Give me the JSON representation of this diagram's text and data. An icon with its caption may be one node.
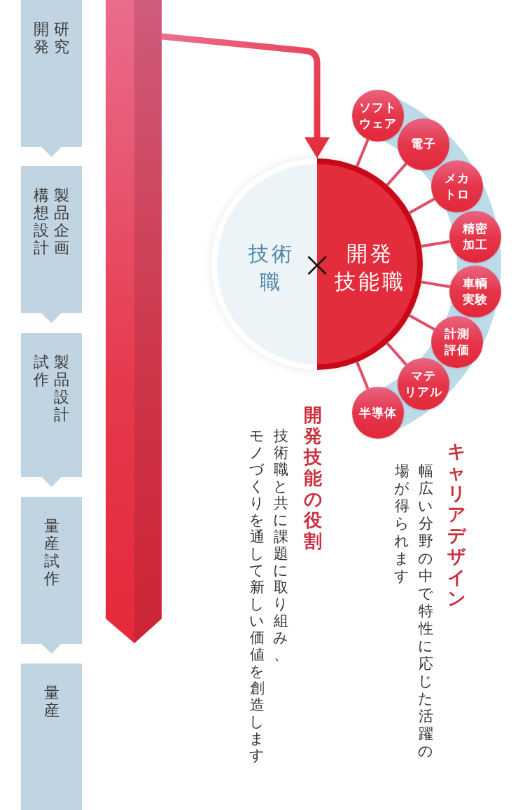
{
  "diagram": {
    "nodes": [
      {
        "text": [
          "研究開発"
        ]
      },
      {
        "text": [
          "製品企画構想設計"
        ]
      },
      {
        "text": [
          "製品設計試作"
        ]
      },
      {
        "text": [
          "量産試作"
        ]
      },
      {
        "text": [
          "量産"
        ]
      },
      {
        "text": [],
        "shape": "bar"
      },
      {
        "text": [],
        "shape": "circle"
      },
      {
        "text": [
          "技術職"
        ],
        "in": 6
      },
      {
        "text": [
          "開発技能職"
        ],
        "in": 6
      },
      {
        "text": [
          "ソフトウェア"
        ]
      },
      {
        "text": [
          "電子"
        ]
      },
      {
        "text": [
          "メカトロ"
        ]
      },
      {
        "text": [
          "精密加工"
        ]
      },
      {
        "text": [
          "車輌実験"
        ]
      },
      {
        "text": [
          "計測評価"
        ]
      },
      {
        "text": [
          "マテリアル"
        ]
      },
      {
        "text": [
          "半導体"
        ]
      }
    ],
    "edges": [
      {
        "from": 0,
        "to": 1,
        "arrow": "to"
      },
      {
        "from": 1,
        "to": 2,
        "arrow": "to"
      },
      {
        "from": 2,
        "to": 3,
        "arrow": "to"
      },
      {
        "from": 3,
        "to": 4,
        "arrow": "to"
      },
      {
        "from": 5,
        "to": 6,
        "arrow": "to"
      },
      {
        "from": 8,
        "to": 9,
        "arrow": "none"
      },
      {
        "from": 8,
        "to": 10,
        "arrow": "none"
      },
      {
        "from": 8,
        "to": 11,
        "arrow": "none"
      },
      {
        "from": 8,
        "to": 12,
        "arrow": "none"
      },
      {
        "from": 8,
        "to": 13,
        "arrow": "none"
      },
      {
        "from": 8,
        "to": 14,
        "arrow": "none"
      },
      {
        "from": 8,
        "to": 15,
        "arrow": "none"
      },
      {
        "from": 8,
        "to": 16,
        "arrow": "none"
      }
    ],
    "labels": [
      "×",
      "開発技能の役割",
      "技術職と共に課題に取り組み、モノづくりを通して新しい価値を創造します",
      "キャリアデザイン",
      "幅広い分野の中で特性に応じた活躍の場が得られます"
    ]
  }
}
